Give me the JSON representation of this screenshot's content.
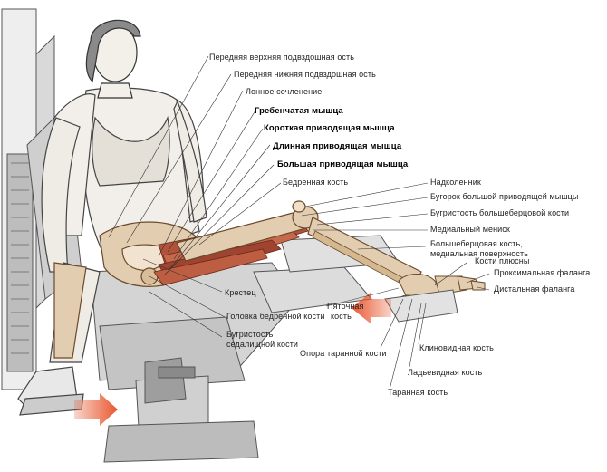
{
  "labels": {
    "asis": "Передняя верхняя подвздошная ость",
    "aiis": "Передняя нижняя подвздошная ость",
    "symphysis": "Лонное сочленение",
    "pectineus": "Гребенчатая мышца",
    "adductor_brevis": "Короткая приводящая мышца",
    "adductor_longus": "Длинная приводящая мышца",
    "adductor_magnus": "Большая приводящая мышца",
    "femur": "Бедренная кость",
    "patella": "Надколенник",
    "adductor_tubercle": "Бугорок большой приводящей мышцы",
    "tibial_tuberosity": "Бугристость большеберцовой кости",
    "medial_meniscus": "Медиальный мениск",
    "tibia_line1": "Большеберцовая кость,",
    "tibia_line2": "медиальная поверхность",
    "metatarsals": "Кости плюсны",
    "proximal_phalanx": "Проксимальная фаланга",
    "distal_phalanx": "Дистальная фаланга",
    "sacrum": "Крестец",
    "femoral_head": "Головка бедренной кости",
    "ischial_line1": "Бугристость",
    "ischial_line2": "седалищной кости",
    "calcaneus_line1": "Пяточная",
    "calcaneus_line2": "кость",
    "sustentaculum": "Опора таранной кости",
    "cuneiform": "Клиновидная кость",
    "navicular": "Ладьевидная кость",
    "talus": "Таранная кость"
  },
  "colors": {
    "arrow": "#e8572f",
    "bone": "#e3cdb0",
    "muscle": "#b0533a",
    "sketch": "#444444",
    "machine": "#cfcfcf"
  }
}
